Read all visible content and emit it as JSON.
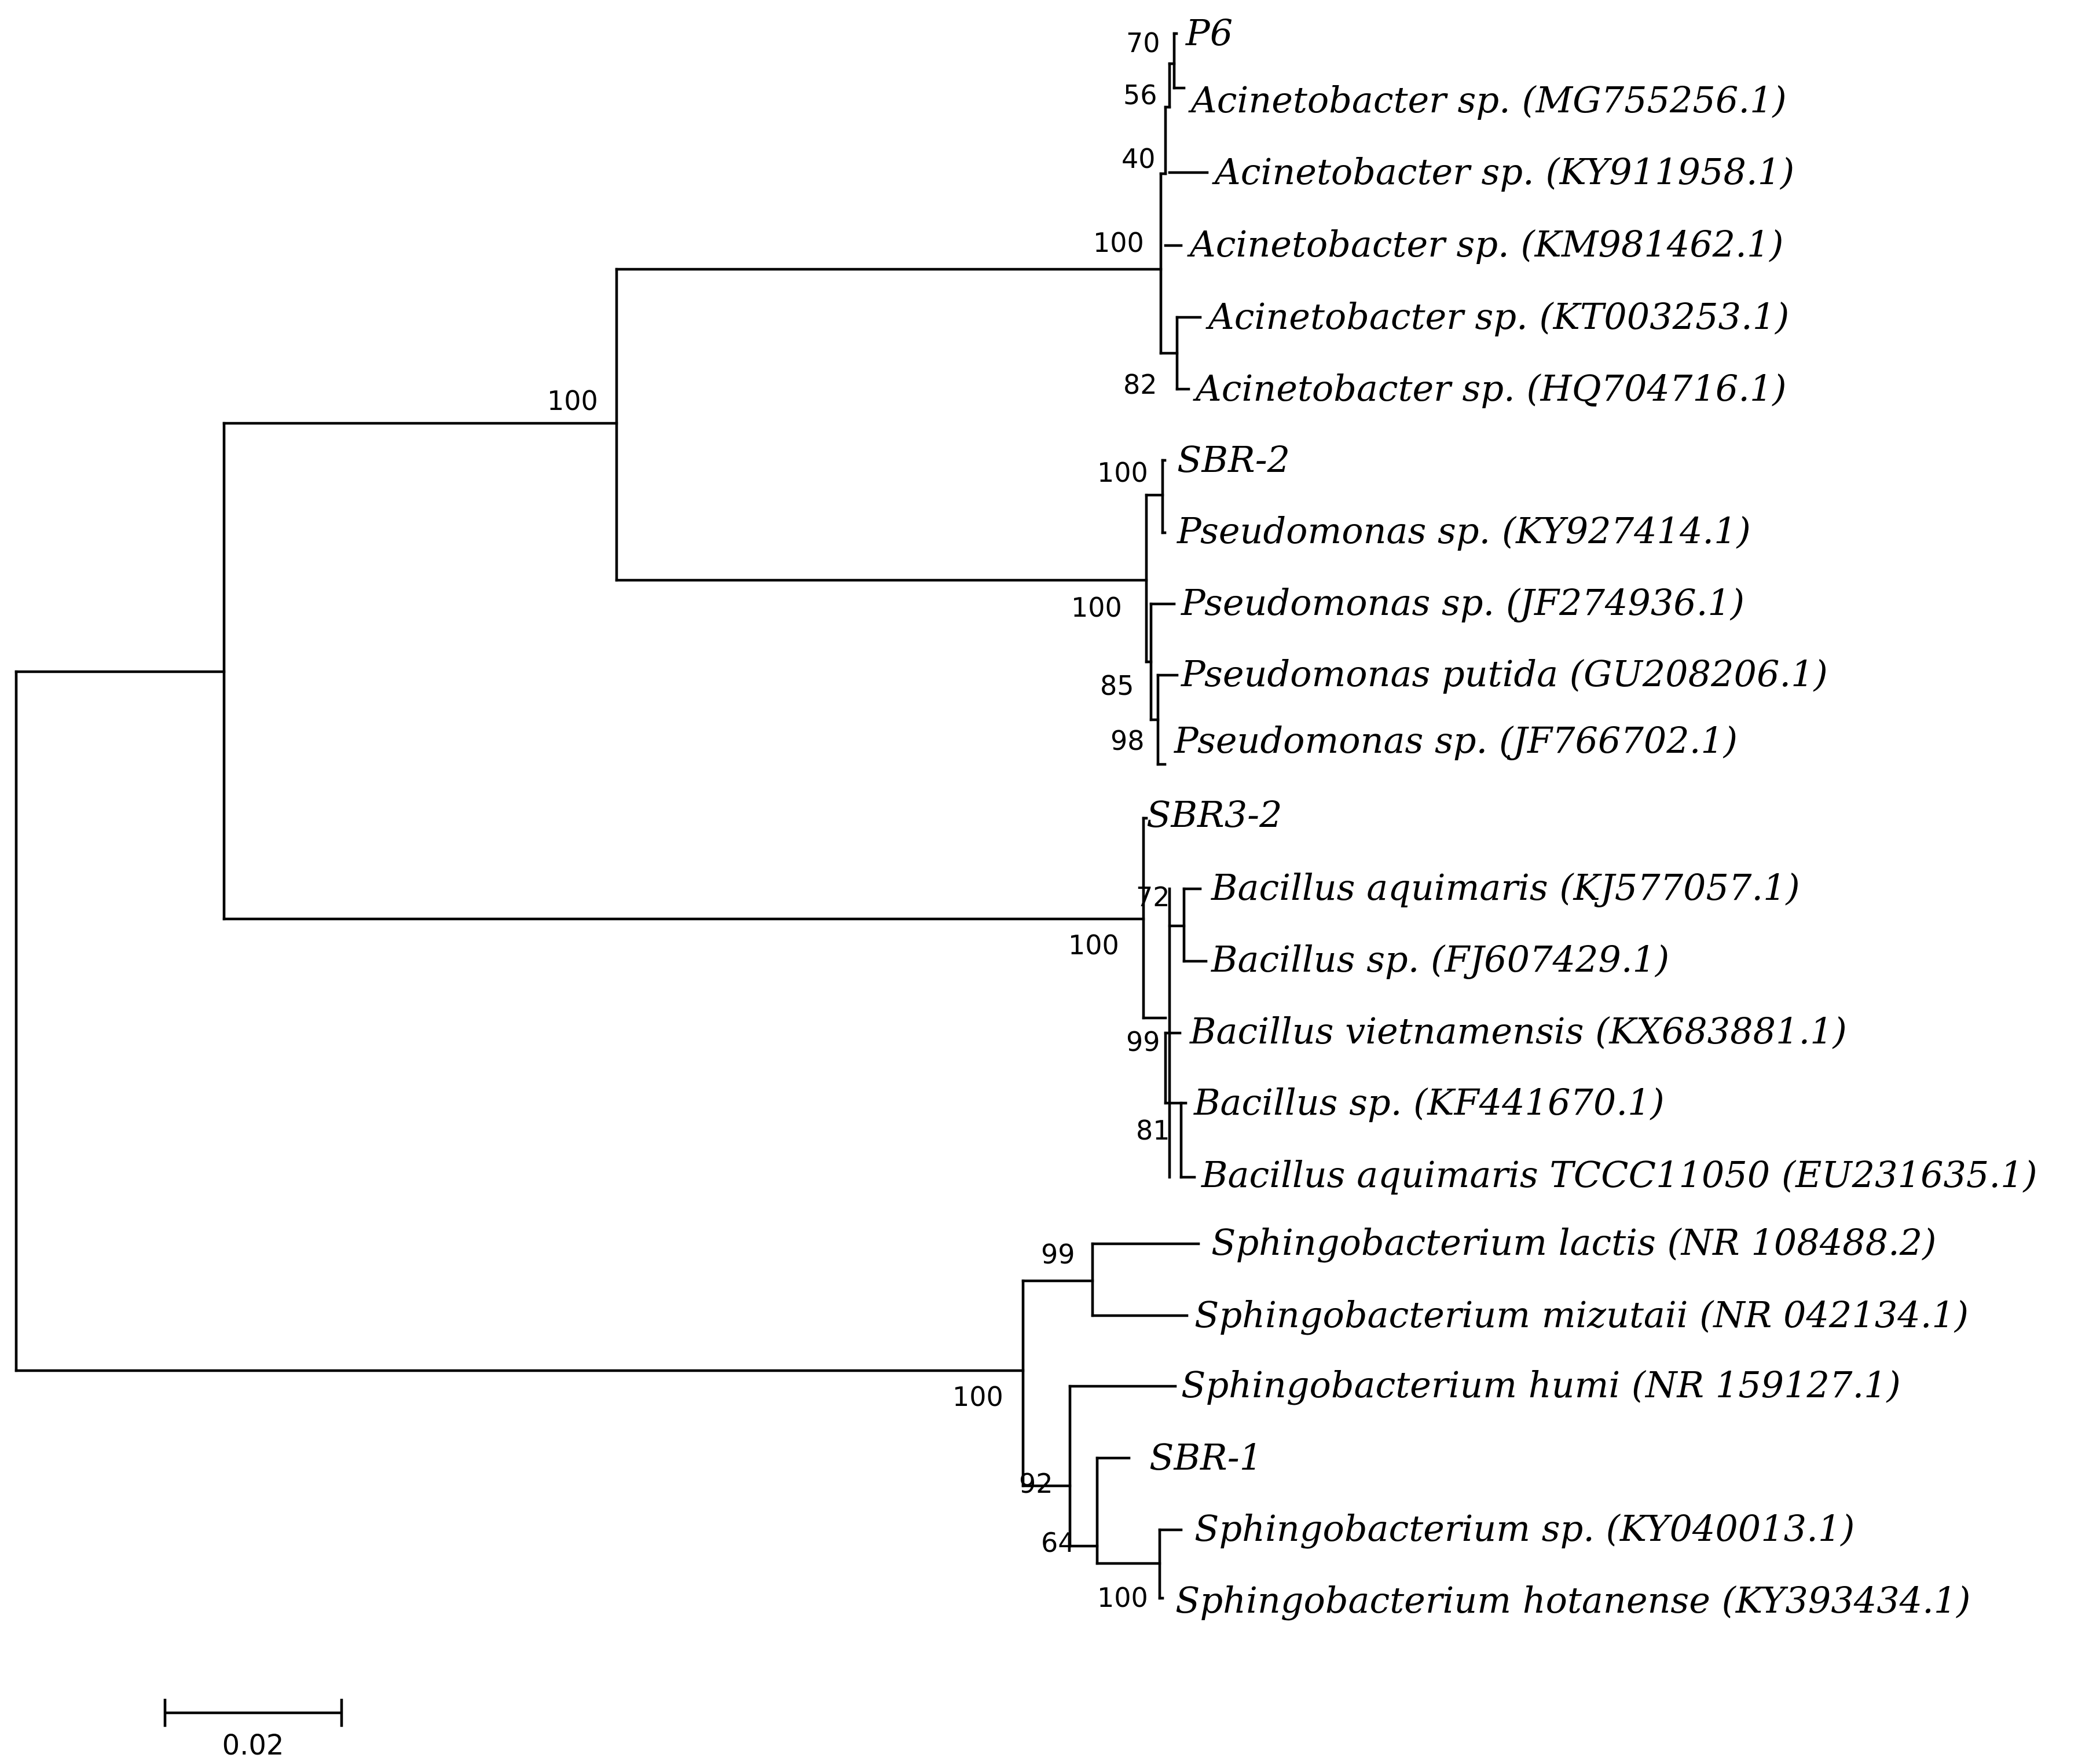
{
  "taxa": {
    "p6": "P6",
    "acinetobacter_mg755256": "Acinetobacter sp. (MG755256.1)",
    "acinetobacter_ky911958": "Acinetobacter sp. (KY911958.1)",
    "acinetobacter_km981462": "Acinetobacter sp. (KM981462.1)",
    "acinetobacter_kt003253": "Acinetobacter sp. (KT003253.1)",
    "acinetobacter_hq704716": "Acinetobacter sp. (HQ704716.1)",
    "sbr_2": "SBR-2",
    "pseudomonas_ky927414": "Pseudomonas sp. (KY927414.1)",
    "pseudomonas_jf274936": "Pseudomonas sp. (JF274936.1)",
    "pseudomonas_putida_gu208206": "Pseudomonas putida (GU208206.1)",
    "pseudomonas_jf766702": "Pseudomonas sp. (JF766702.1)",
    "sbr3_2": "SBR3-2",
    "bacillus_aquimaris_kj577057": "Bacillus aquimaris (KJ577057.1)",
    "bacillus_fj607429": "Bacillus sp. (FJ607429.1)",
    "bacillus_vietnamensis_kx683881": "Bacillus vietnamensis (KX683881.1)",
    "bacillus_kf441670": "Bacillus sp. (KF441670.1)",
    "bacillus_aquimaris_tccc11050": "Bacillus aquimaris TCCC11050 (EU231635.1)",
    "sphingo_lactis": "Sphingobacterium lactis (NR 108488.2)",
    "sphingo_mizutaii": "Sphingobacterium mizutaii (NR 042134.1)",
    "sphingo_humi": "Sphingobacterium humi (NR 159127.1)",
    "sbr_1": "SBR-1",
    "sphingo_ky040013": "Sphingobacterium sp. (KY040013.1)",
    "sphingo_hotanense": "Sphingobacterium hotanense (KY393434.1)"
  },
  "bootstrap": {
    "p6_node": "70",
    "acinetobacter_inner": "56",
    "acinetobacter_mid": "40",
    "acinetobacter_clade": "100",
    "acinetobacter_pair": "82",
    "gamma_clade": "100",
    "sbr2_pair": "100",
    "pseudomonas_clade": "100",
    "pseudomonas_pair": "85",
    "pseudomonas_node": "98",
    "bacillus_pair": "72",
    "bacillus_clade": "100",
    "bacillus_inner": "99",
    "bacillus_node": "81",
    "sphingo_pair": "99",
    "sphingo_clade": "100",
    "sphingo_inner": "92",
    "sbr1_node": "64",
    "sphingo_last_pair": "100"
  },
  "scale_bar": {
    "label": "0.02"
  }
}
